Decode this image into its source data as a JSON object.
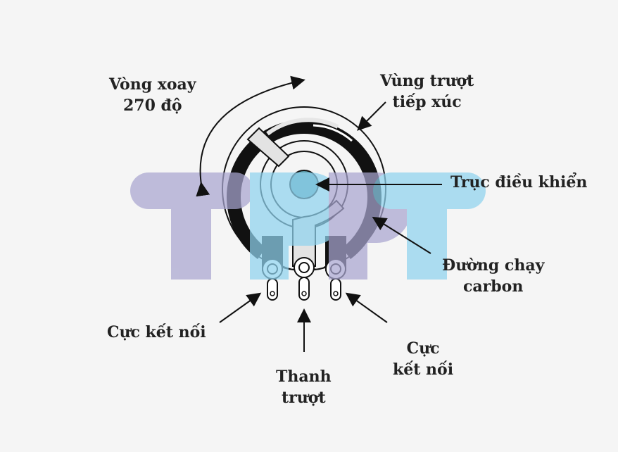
{
  "title": "Cấu tạo chiết áp (biến trở xoay)",
  "labels": {
    "rotation_line1": "Vòng xoay",
    "rotation_line2": "270 độ",
    "contact_line1": "Vùng trượt",
    "contact_line2": "tiếp xúc",
    "shaft": "Trục điều khiển",
    "track_line1": "Đường chạy",
    "track_line2": "carbon",
    "terminal_left": "Cực kết nối",
    "terminal_right_line1": "Cực",
    "terminal_right_line2": "kết nối",
    "wiper_line1": "Thanh",
    "wiper_line2": "trượt"
  },
  "watermark": "TPT",
  "colors": {
    "background": "#f5f5f5",
    "ink": "#111111",
    "shaft": "#5e9fae",
    "watermark_purple": "#a9a6d0",
    "watermark_blue": "#8fd3ef"
  }
}
